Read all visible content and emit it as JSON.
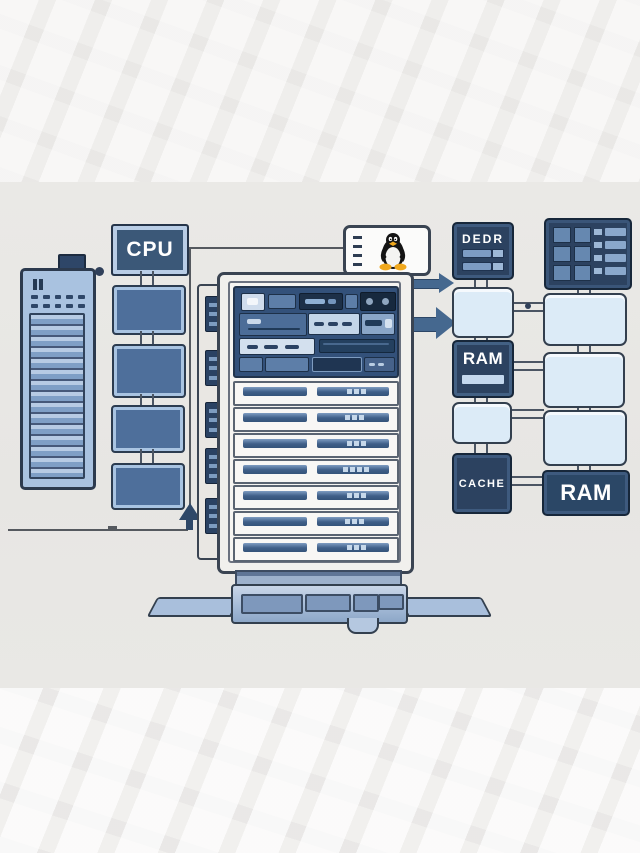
{
  "labels": {
    "cpu": "CPU",
    "ddr": "DEDR",
    "ram_left": "RAM",
    "cache": "CACHE",
    "ram_right": "RAM"
  },
  "icons": {
    "tux": "tux-linux-icon"
  },
  "colors": {
    "background": "#e9e8e5",
    "navy": "#2c4260",
    "mid_blue": "#4e6f9b",
    "light_blue": "#a9c2e0",
    "pale_blue": "#dcebf7",
    "line": "#55595f",
    "arrow": "#45688f",
    "tux_orange": "#f0a81d"
  }
}
